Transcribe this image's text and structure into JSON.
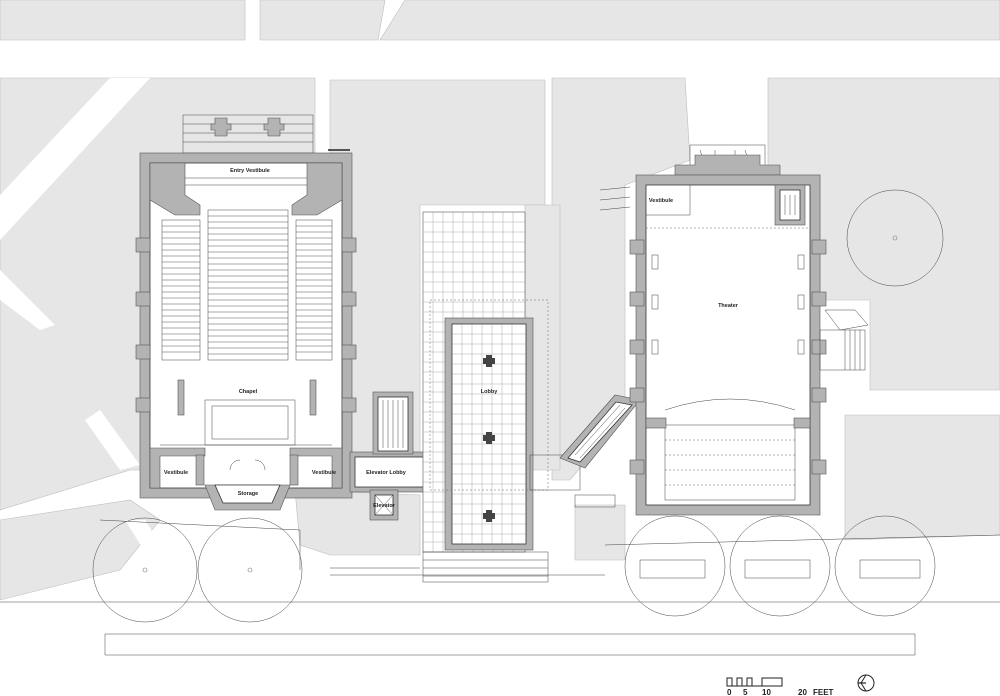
{
  "plan": {
    "rooms": {
      "entry_vestibule": "Entry Vestibule",
      "chapel": "Chapel",
      "vestibule_left": "Vestibule",
      "storage": "Storage",
      "vestibule_mid": "Vestibule",
      "elevator_lobby": "Elevator Lobby",
      "elevator": "Elevator",
      "lobby": "Lobby",
      "vestibule_theater": "Vestibule",
      "theater": "Theater"
    }
  },
  "scale_bar": {
    "ticks": [
      "0",
      "5",
      "10",
      "20"
    ],
    "unit": "FEET"
  },
  "colors": {
    "ground": "#e6e6e6",
    "wall": "#b3b3b3",
    "line": "#333333"
  },
  "icons": {
    "north_arrow": "north-arrow-icon"
  }
}
